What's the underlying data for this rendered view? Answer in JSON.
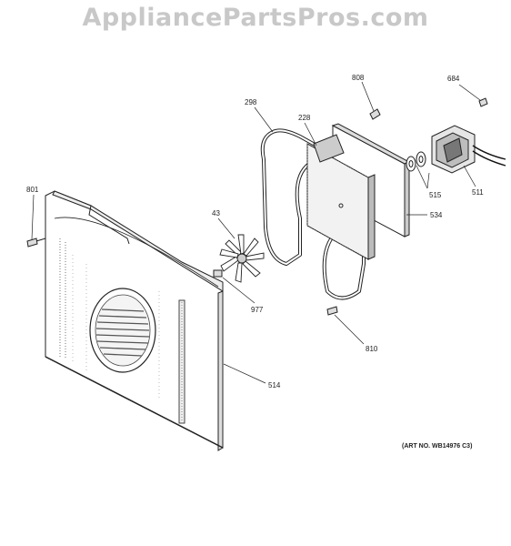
{
  "watermark": "AppliancePartsPros.com",
  "art_number": "(ART NO. WB14976 C3)",
  "callouts": {
    "c808": "808",
    "c684": "684",
    "c298": "298",
    "c228": "228",
    "c801": "801",
    "c43": "43",
    "c515": "515",
    "c511": "511",
    "c534": "534",
    "c977": "977",
    "c810": "810",
    "c514": "514"
  }
}
